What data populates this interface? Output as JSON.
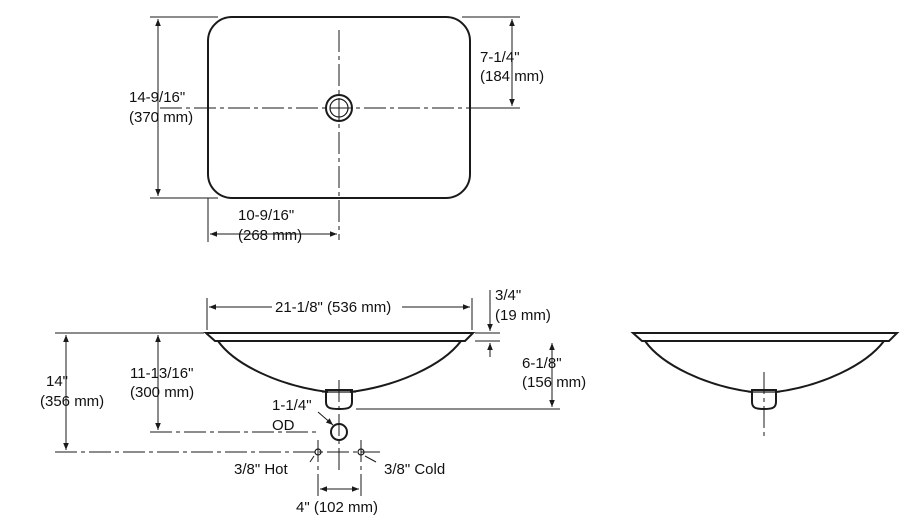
{
  "top_view": {
    "overall_length": {
      "in": "14-9/16\"",
      "mm": "(370 mm)"
    },
    "drain_to_edge": {
      "in": "7-1/4\"",
      "mm": "(184 mm)"
    },
    "drain_from_side": {
      "in": "10-9/16\"",
      "mm": "(268 mm)"
    }
  },
  "front_view": {
    "overall_width": "21-1/8\" (536 mm)",
    "rim_thickness": {
      "in": "3/4\"",
      "mm": "(19 mm)"
    },
    "bowl_depth": {
      "in": "6-1/8\"",
      "mm": "(156 mm)"
    },
    "height_to_floor": {
      "in": "14\"",
      "mm": "(356 mm)"
    },
    "drain_height": {
      "in": "11-13/16\"",
      "mm": "(300 mm)"
    },
    "drain_od": {
      "in": "1-1/4\"",
      "label": "OD"
    },
    "hot_supply": "3/8\" Hot",
    "cold_supply": "3/8\" Cold",
    "supply_spacing": "4\" (102 mm)"
  }
}
